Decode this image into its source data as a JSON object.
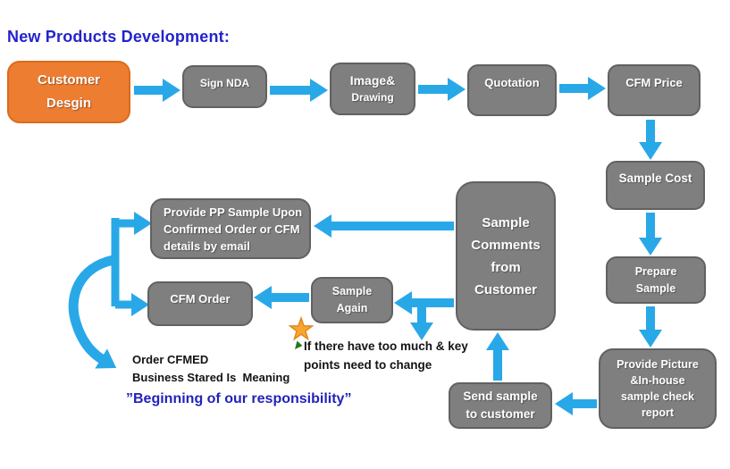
{
  "title": "New Products Development:",
  "colors": {
    "title_blue": "#2323CC",
    "responsibility_blue": "#2222BB",
    "arrow_blue": "#29A8E8",
    "box_gray": "#7F7F7F",
    "box_orange": "#ED7D31",
    "star_gold": "#F3A72F",
    "green_arrow": "#1F7A1F"
  },
  "boxes": {
    "customer_design": {
      "lines": [
        "Customer",
        "Desgin"
      ]
    },
    "sign_nda": {
      "label": "Sign NDA"
    },
    "image_drawing": {
      "lines": [
        "Image&",
        "Drawing"
      ]
    },
    "quotation": {
      "label": "Quotation"
    },
    "cfm_price": {
      "label": "CFM Price"
    },
    "sample_cost": {
      "label": "Sample Cost"
    },
    "prepare_sample": {
      "lines": [
        "Prepare",
        "Sample"
      ]
    },
    "provide_picture": {
      "lines": [
        "Provide Picture",
        "&In-house",
        "sample check",
        "report"
      ]
    },
    "send_sample": {
      "lines": [
        "Send sample",
        "to customer"
      ]
    },
    "sample_comments": {
      "lines": [
        "Sample",
        "Comments",
        "from",
        "Customer"
      ]
    },
    "provide_pp_sample": {
      "lines": [
        "Provide PP Sample Upon",
        "Confirmed Order or CFM",
        "details by email"
      ]
    },
    "sample_again": {
      "lines": [
        "Sample",
        "Again"
      ]
    },
    "cfm_order": {
      "label": "CFM Order"
    }
  },
  "notes": {
    "change_note": "If there have too much & key\npoints need to change",
    "order_note": "Order CFMED\nBusiness Stared Is  Meaning",
    "responsibility": "”Beginning of our responsibility”"
  }
}
